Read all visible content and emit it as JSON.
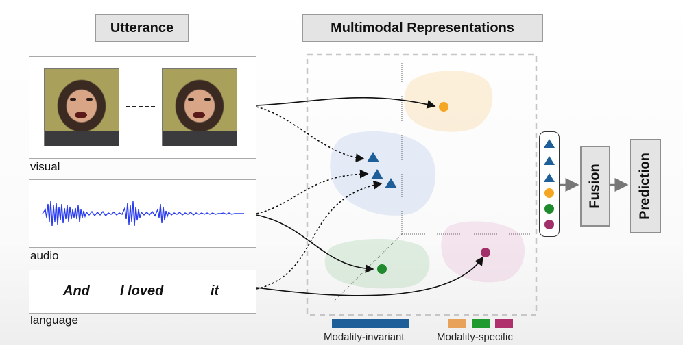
{
  "headers": {
    "utterance": "Utterance",
    "multimodal": "Multimodal Representations"
  },
  "modalities": {
    "visual": "visual",
    "audio": "audio",
    "language": "language"
  },
  "language_words": [
    "And",
    "I loved",
    "it"
  ],
  "legend": {
    "invariant": "Modality-invariant",
    "specific": "Modality-specific"
  },
  "pipeline": {
    "fusion": "Fusion",
    "prediction": "Prediction"
  },
  "colors": {
    "invariant_blue": "#1f5f99",
    "visual_orange": "#f5a623",
    "audio_purple": "#a1306a",
    "language_green": "#1f8a2e",
    "waveform": "#2a3cf0"
  },
  "stack_items": [
    "triangle-blue",
    "triangle-blue",
    "triangle-blue",
    "circle-orange",
    "circle-green",
    "circle-purple"
  ]
}
